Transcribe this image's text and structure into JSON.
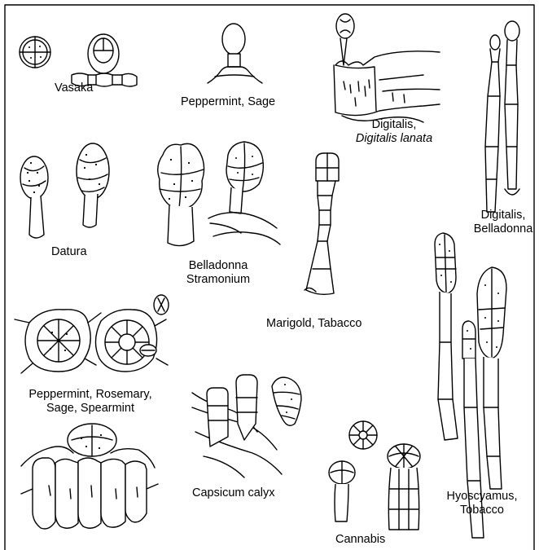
{
  "labels": {
    "vasaka": "Vasaka",
    "peppermint_sage": "Peppermint, Sage",
    "digitalis_1": "Digitalis,",
    "digitalis_lanata": "Digitalis lanata",
    "digitalis_2": "Digitalis,",
    "belladonna_1": "Belladonna",
    "datura": "Datura",
    "belladonna_2": "Belladonna",
    "stramonium": "Stramonium",
    "marigold_tabacco": "Marigold, Tabacco",
    "peppermint_rosemary": "Peppermint, Rosemary,",
    "sage_spearmint": "Sage, Spearmint",
    "capsicum_calyx": "Capsicum calyx",
    "hyoscyamus": "Hyoscyamus,",
    "tobacco": "Tobacco",
    "cannabis": "Cannabis"
  }
}
